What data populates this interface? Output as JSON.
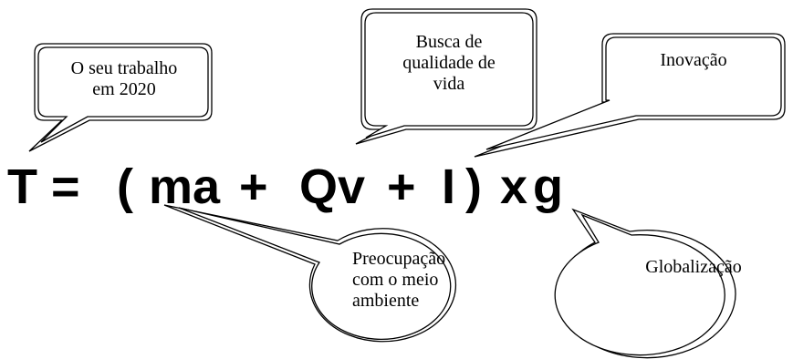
{
  "formula": {
    "t": "T",
    "equals": "=",
    "open_paren": "(",
    "ma": "ma",
    "plus1": "+",
    "qv": "Qv",
    "plus2": "+",
    "i": "I",
    "close_paren": ")",
    "x": "x",
    "g": "g"
  },
  "callouts": {
    "trabalho": [
      "O seu trabalho",
      "em 2020"
    ],
    "qualidade": [
      "Busca de",
      "qualidade de",
      "vida"
    ],
    "inovacao": [
      "Inovação"
    ],
    "meio_ambiente": [
      "Preocupação",
      "com o meio",
      "ambiente"
    ],
    "globalizacao": [
      "Globalização"
    ]
  }
}
